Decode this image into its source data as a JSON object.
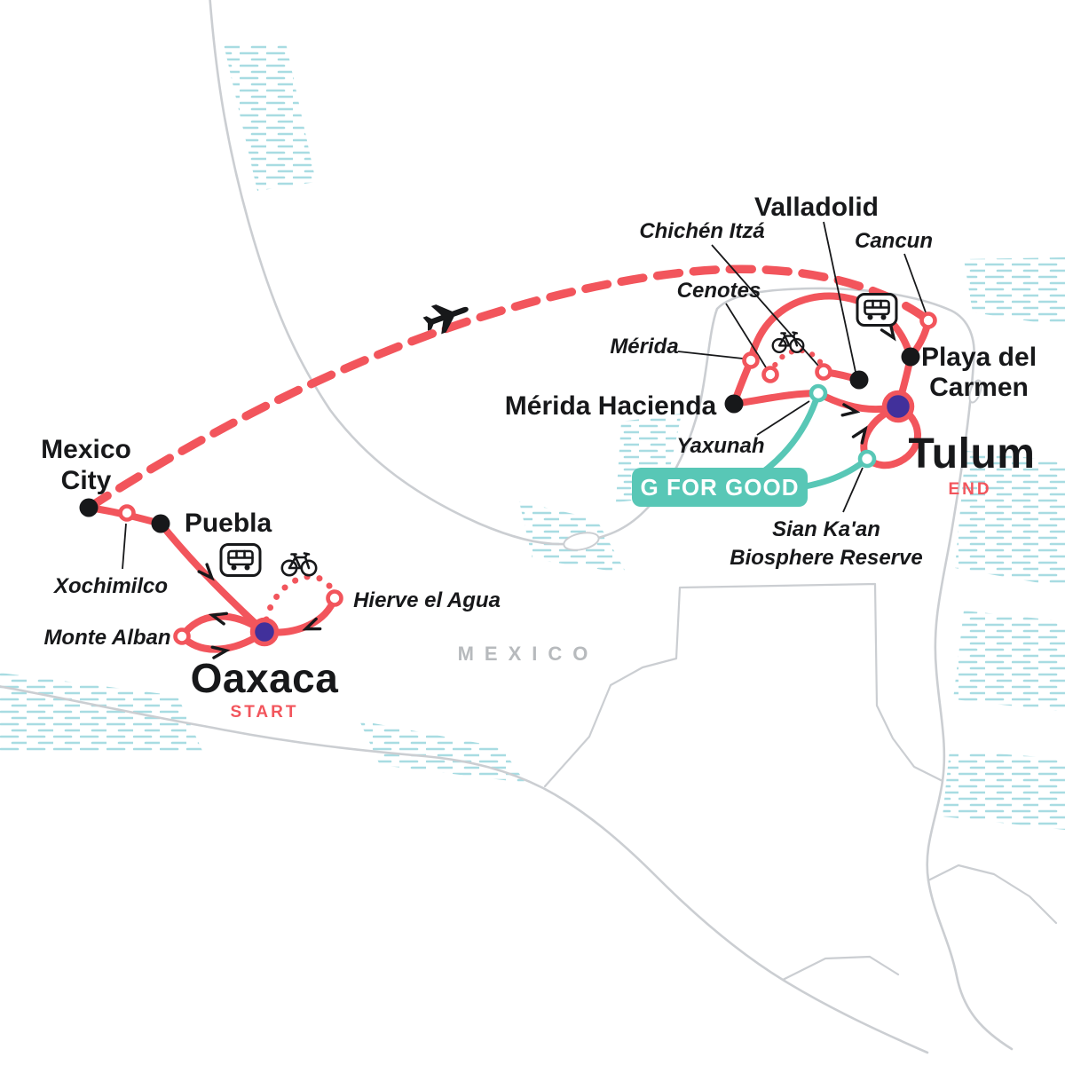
{
  "title": "Mexico tour route map",
  "region_label": "MEXICO",
  "badge": {
    "label": "G FOR GOOD"
  },
  "start": {
    "name": "Oaxaca",
    "tag": "START"
  },
  "end": {
    "name": "Tulum",
    "tag": "END"
  },
  "cities": {
    "mexico_city_line1": "Mexico",
    "mexico_city_line2": "City",
    "puebla": "Puebla",
    "merida_hacienda": "Mérida Hacienda",
    "valladolid": "Valladolid",
    "playa_line1": "Playa del",
    "playa_line2": "Carmen"
  },
  "places": {
    "xochimilco": "Xochimilco",
    "monte_alban": "Monte Alban",
    "hierve_el_agua": "Hierve el Agua",
    "merida": "Mérida",
    "cenotes": "Cenotes",
    "chichen_itza": "Chichén Itzá",
    "cancun": "Cancun",
    "yaxunah": "Yaxunah",
    "sian_kaan_line1": "Sian Ka'an",
    "sian_kaan_line2": "Biosphere Reserve"
  },
  "icons": {
    "airplane": "airplane-icon",
    "bus": "bus-icon",
    "bicycle": "bicycle-icon"
  },
  "colors": {
    "route_red": "#F2555C",
    "teal": "#58C7B6",
    "hub_purple": "#41309B",
    "marker_black": "#17181A",
    "coast_gray": "#CBCED2",
    "water_hatch": "#A8DCE2",
    "region_gray": "#B7BABD"
  },
  "route_styles": {
    "flight": "dashed",
    "ground": "solid",
    "activity": "dotted"
  }
}
